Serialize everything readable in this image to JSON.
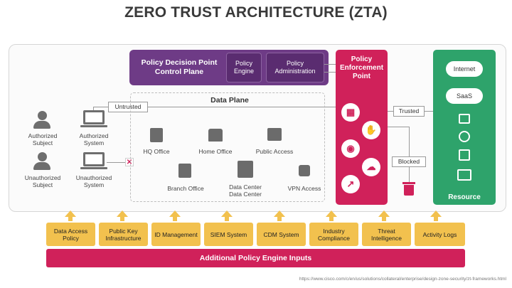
{
  "title": "ZERO TRUST ARCHITECTURE (ZTA)",
  "control_plane": {
    "label": "Policy Decision Point Control Plane",
    "policy_engine": "Policy Engine",
    "policy_administration": "Policy Administration"
  },
  "pep": {
    "label": "Policy Enforcement Point"
  },
  "resource": {
    "label": "Resource",
    "internet": "Internet",
    "saas": "SaaS"
  },
  "data_plane": {
    "title": "Data Plane",
    "hq_office": "HQ Office",
    "home_office": "Home Office",
    "public_access": "Public Access",
    "branch_office": "Branch Office",
    "data_center": "Data Center\nData Center",
    "vpn_access": "VPN Access"
  },
  "subjects": {
    "authorized_subject": "Authorized Subject",
    "authorized_system": "Authorized System",
    "unauthorized_subject": "Unauthorized Subject",
    "unauthorized_system": "Unauthorized System"
  },
  "flow": {
    "untrusted": "Untrusted",
    "trusted": "Trusted",
    "blocked": "Blocked"
  },
  "inputs": [
    "Data Access Policy",
    "Public Key Infrastructure",
    "ID Management",
    "SIEM System",
    "CDM System",
    "Industry Compliance",
    "Threat Intelligence",
    "Activity Logs"
  ],
  "inputs_bar": "Additional Policy Engine Inputs",
  "source": "https://www.cisco.com/c/en/us/solutions/collateral/enterprise/design-zone-security/zt-frameworks.html",
  "colors": {
    "control_plane": "#6e3b86",
    "pep": "#d0215a",
    "resource": "#2ea36b",
    "inputs": "#f2c14e"
  },
  "icons": {
    "pep": [
      "firewall-icon",
      "access-control-icon",
      "network-icon",
      "cloud-security-icon",
      "analytics-icon"
    ],
    "resource": [
      "cloud-icon",
      "monitor-icon",
      "database-icon",
      "server-icon",
      "building-icon"
    ]
  }
}
